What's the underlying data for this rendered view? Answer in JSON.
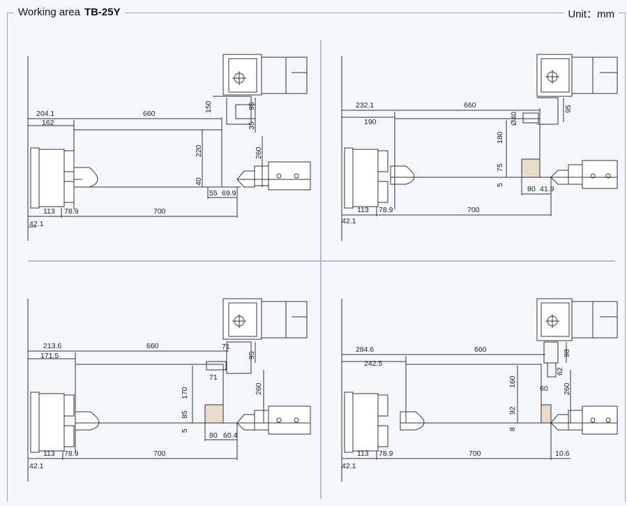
{
  "header": {
    "prefix": "Working area",
    "model": "TB-25Y",
    "unit": "Unit：mm"
  },
  "quadrants": [
    {
      "id": "top-left",
      "dims": {
        "d1": "204.1",
        "d2": "162",
        "d3": "660",
        "d4": "150",
        "d5": "95",
        "d6": "35",
        "d7": "220",
        "d8": "260",
        "d9": "40",
        "d10": "55",
        "d11": "69.9",
        "d12": "113",
        "d13": "78.9",
        "d14": "700",
        "d15": "42.1"
      }
    },
    {
      "id": "top-right",
      "dims": {
        "d1": "232.1",
        "d2": "190",
        "d3": "660",
        "d4": "95",
        "d5": "Ø40",
        "d6": "180",
        "d7": "75",
        "d8": "5",
        "d9": "80",
        "d10": "41.9",
        "d11": "113",
        "d12": "78.9",
        "d13": "700",
        "d14": "42.1"
      }
    },
    {
      "id": "bottom-left",
      "dims": {
        "d1": "213.6",
        "d2": "171.5",
        "d3": "660",
        "d4": "71",
        "d5": "95",
        "d6": "71",
        "d7": "170",
        "d8": "260",
        "d9": "85",
        "d10": "5",
        "d11": "80",
        "d12": "60.4",
        "d13": "113",
        "d14": "78.9",
        "d15": "700",
        "d16": "42.1"
      }
    },
    {
      "id": "bottom-right",
      "dims": {
        "d1": "284.6",
        "d2": "242.5",
        "d3": "660",
        "d4": "98",
        "d5": "62",
        "d6": "160",
        "d7": "60",
        "d8": "260",
        "d9": "92",
        "d10": "8",
        "d11": "113",
        "d12": "78.9",
        "d13": "700",
        "d14": "10.6",
        "d15": "42.1"
      }
    }
  ]
}
